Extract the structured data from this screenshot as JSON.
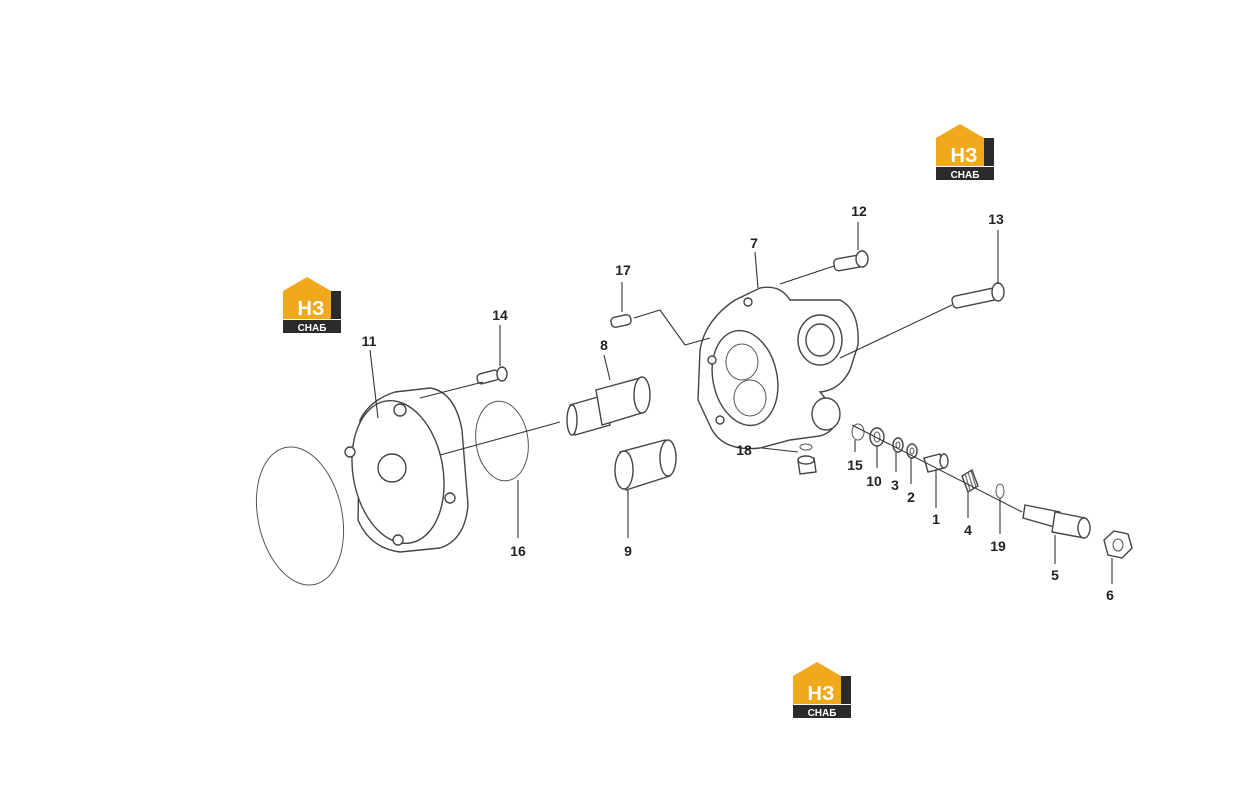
{
  "diagram": {
    "part_numbers": [
      "1",
      "2",
      "3",
      "4",
      "5",
      "6",
      "7",
      "8",
      "9",
      "10",
      "11",
      "12",
      "13",
      "14",
      "15",
      "16",
      "17",
      "18",
      "19"
    ]
  },
  "watermark": {
    "line1": "НЗ",
    "line2": "СНАБ",
    "brand_color": "#f0a81c",
    "dark_color": "#2b2b2b"
  }
}
